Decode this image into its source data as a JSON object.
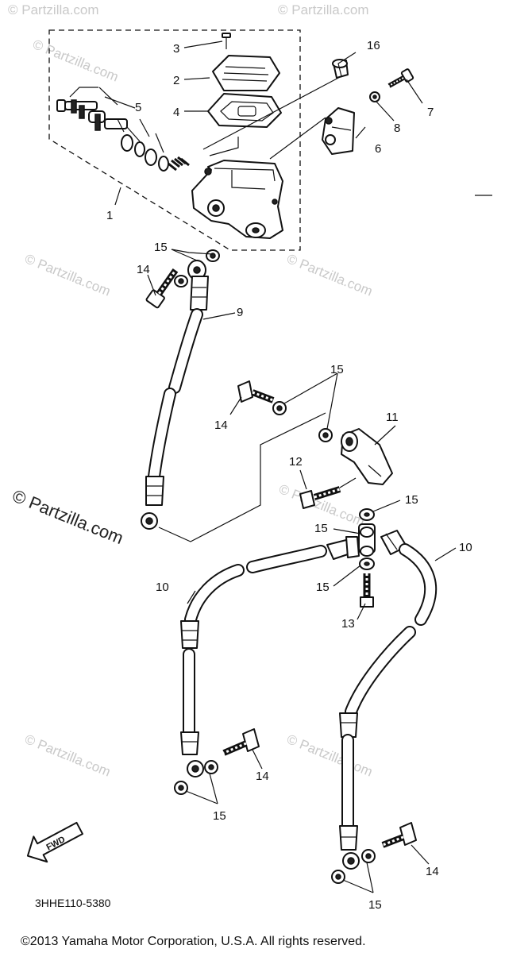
{
  "watermarks": {
    "small": "© Partzilla.com",
    "large": "© Partzilla.com"
  },
  "callouts": {
    "c1": "1",
    "c2": "2",
    "c3": "3",
    "c4": "4",
    "c5": "5",
    "c6": "6",
    "c7": "7",
    "c8": "8",
    "c9": "9",
    "c10a": "10",
    "c10b": "10",
    "c11": "11",
    "c12": "12",
    "c13": "13",
    "c14a": "14",
    "c14b": "14",
    "c14c": "14",
    "c14d": "14",
    "c15a": "15",
    "c15b": "15",
    "c15c": "15",
    "c15d": "15",
    "c15e": "15",
    "c15f": "15",
    "c15g": "15",
    "c16": "16"
  },
  "fwd_label": "FWD",
  "diagram_code": "3HHE110-5380",
  "copyright": "©2013  Yamaha Motor Corporation, U.S.A. All rights reserved."
}
